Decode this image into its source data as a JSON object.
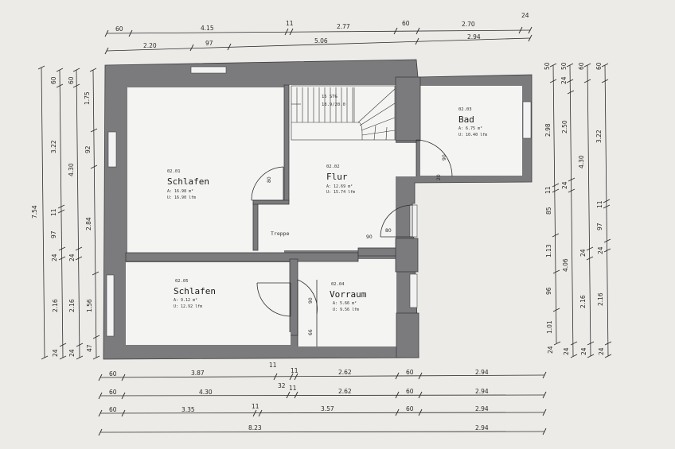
{
  "dimensions": {
    "top1": [
      "60",
      "4.15",
      "11",
      "2.77",
      "60",
      "2.70",
      "24"
    ],
    "top2": [
      "2.20",
      "97",
      "5.06",
      "2.94"
    ],
    "bottom1": [
      "60",
      "3.87",
      "11",
      "11",
      "2.62",
      "60",
      "2.94",
      "32"
    ],
    "bottom2": [
      "60",
      "4.30",
      "11",
      "2.62",
      "60",
      "2.94"
    ],
    "bottom3": [
      "60",
      "3.35",
      "11",
      "3.57",
      "60",
      "2.94"
    ],
    "bottom4": [
      "8.23",
      "2.94"
    ],
    "left1": [
      "7.54"
    ],
    "left2": [
      "60",
      "3.22",
      "11",
      "97",
      "24",
      "2.16",
      "24"
    ],
    "left3": [
      "60",
      "4.30",
      "24",
      "2.16",
      "24"
    ],
    "left4": [
      "1.75",
      "92",
      "2.84",
      "1.56",
      "47"
    ],
    "right1": [
      "50",
      "2.98",
      "11",
      "85",
      "1.13",
      "96",
      "1.01",
      "24"
    ],
    "right2": [
      "50",
      "24",
      "2.50",
      "24",
      "4.06",
      "24"
    ],
    "right3": [
      "60",
      "4.30",
      "24",
      "2.16",
      "24"
    ],
    "right4": [
      "60",
      "3.22",
      "11",
      "97",
      "24",
      "2.16",
      "24"
    ]
  },
  "rooms": [
    {
      "number": "02.01",
      "name": "Schlafen",
      "area": "A: 16.98 m²",
      "perimeter": "U: 16.90 lfm"
    },
    {
      "number": "02.02",
      "name": "Flur",
      "area": "A: 12.69 m²",
      "perimeter": "U: 15.74 lfm"
    },
    {
      "number": "02.03",
      "name": "Bad",
      "area": "A: 6.75 m²",
      "perimeter": "U: 10.40 lfm"
    },
    {
      "number": "02.05",
      "name": "Schlafen",
      "area": "A: 9.12 m²",
      "perimeter": "U: 12.92 lfm"
    },
    {
      "number": "02.04",
      "name": "Vorraum",
      "area": "A: 5.66 m²",
      "perimeter": "U: 9.56 lfm"
    }
  ],
  "labels": {
    "stair_steps": "15 STG",
    "stair_ratio": "18.9/20.0",
    "stair_label": "Treppe"
  },
  "door_dims": {
    "door1": "80",
    "door2": "90",
    "door3a": "90",
    "door3b": "80",
    "door4": "90",
    "door5": "20",
    "door6a": "90",
    "door6b": "66"
  }
}
